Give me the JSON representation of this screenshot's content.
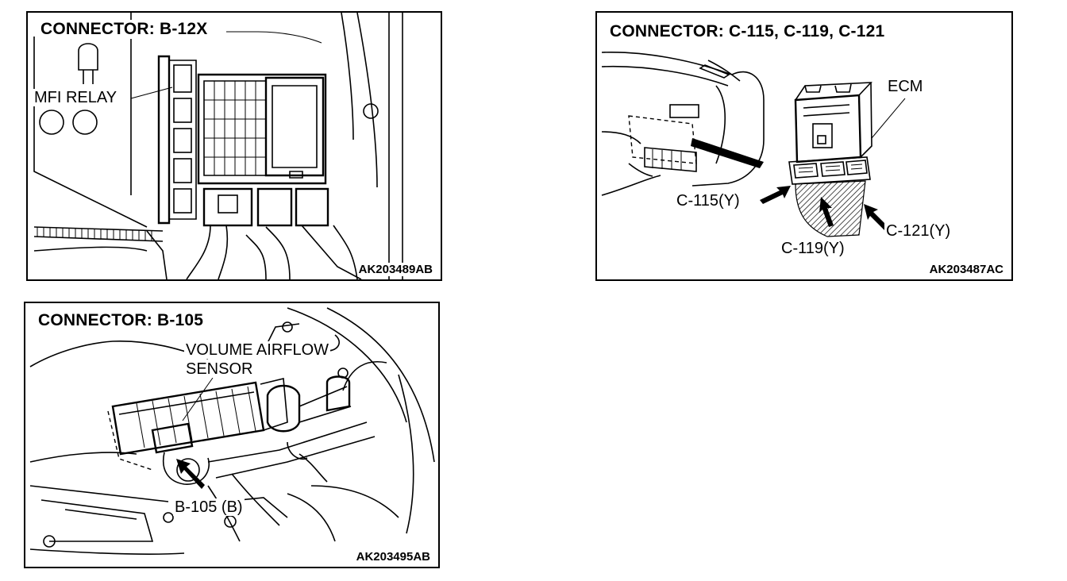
{
  "panels": {
    "b12x": {
      "title": "CONNECTOR: B-12X",
      "labels": {
        "mfi_relay": "MFI RELAY"
      },
      "code": "AK203489AB"
    },
    "ecm": {
      "title": "CONNECTOR: C-115, C-119, C-121",
      "labels": {
        "ecm": "ECM",
        "c115": "C-115(Y)",
        "c119": "C-119(Y)",
        "c121": "C-121(Y)"
      },
      "code": "AK203487AC"
    },
    "b105": {
      "title": "CONNECTOR: B-105",
      "labels": {
        "sensor_line1": "VOLUME AIRFLOW",
        "sensor_line2": "SENSOR",
        "b105": "B-105 (B)"
      },
      "code": "AK203495AB"
    }
  }
}
